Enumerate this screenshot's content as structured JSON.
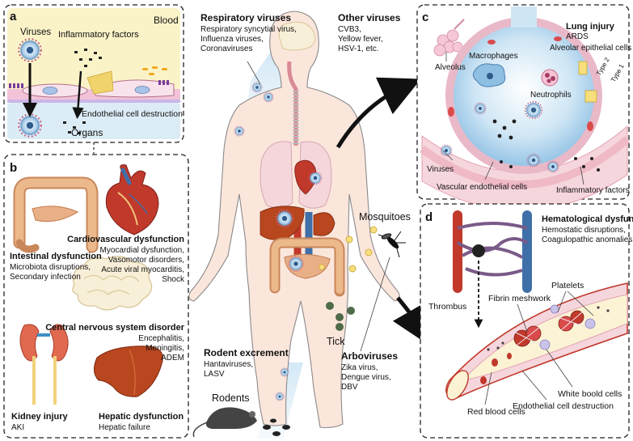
{
  "panels": {
    "a": {
      "letter": "a",
      "blood": "Blood",
      "organs": "Organs",
      "viruses": "Viruses",
      "inflammatory": "Inflammatory factors",
      "endothelial": "Endothelial cell destruction"
    },
    "b": {
      "letter": "b",
      "intestinal": {
        "title": "Intestinal dysfunction",
        "lines": [
          "Microbiota disruptions,",
          "Secondary infection"
        ]
      },
      "cardio": {
        "title": "Cardiovascular dysfunction",
        "lines": [
          "Myocardial dysfunction,",
          "Vasomotor disorders,",
          "Acute viral myocarditis,",
          "Shock"
        ]
      },
      "cns": {
        "title": "Central nervous system disorder",
        "lines": [
          "Encephalitis,",
          "Meningitis,",
          "ADEM"
        ]
      },
      "kidney": {
        "title": "Kidney injury",
        "lines": [
          "AKI"
        ]
      },
      "hepatic": {
        "title": "Hepatic dysfunction",
        "lines": [
          "Hepatic failure"
        ]
      }
    },
    "center": {
      "respiratory": {
        "title": "Respiratory viruses",
        "lines": [
          "Respiratory syncytial virus,",
          "Influenza viruses,",
          "Coronaviruses"
        ]
      },
      "other": {
        "title": "Other viruses",
        "lines": [
          "CVB3,",
          "Yellow fever,",
          "HSV-1, etc."
        ]
      },
      "mosquitoes": "Mosquitoes",
      "tick": "Tick",
      "arbo": {
        "title": "Arboviruses",
        "lines": [
          "Zika virus,",
          "Dengue virus,",
          "DBV"
        ]
      },
      "rodent": {
        "title": "Rodent excrement",
        "lines": [
          "Hantaviruses,",
          "LASV"
        ]
      },
      "rodents": "Rodents"
    },
    "c": {
      "letter": "c",
      "lung_title": "Lung injury",
      "ards": "ARDS",
      "alveolus": "Alveolus",
      "macrophages": "Macrophages",
      "neutrophils": "Neutrophils",
      "alveolar_cells": "Alveolar epithelial cells",
      "type2": "Type 2",
      "type1": "Type 1",
      "viruses": "Viruses",
      "vascular": "Vascular endothelial cells",
      "inflammatory": "Inflammatory factors"
    },
    "d": {
      "letter": "d",
      "hema": {
        "title": "Hematological dysfunction",
        "lines": [
          "Hemostatic disruptions,",
          "Coagulopathic anomalies"
        ]
      },
      "thrombus": "Thrombus",
      "fibrin": "Fibrin meshwork",
      "platelets": "Platelets",
      "white": "White boold cells",
      "endothelial": "Endothelial cell destruction",
      "red": "Red blood cells"
    }
  },
  "colors": {
    "blood_bg": "#fbf3c8",
    "organ_bg": "#dcecf6",
    "vessel_red": "#c0392b",
    "vessel_blue": "#3f6fa8",
    "body_fill": "#fbe6dc",
    "liver": "#b8461e",
    "intestine": "#e2a77a",
    "virus": "#3b6ea5"
  }
}
